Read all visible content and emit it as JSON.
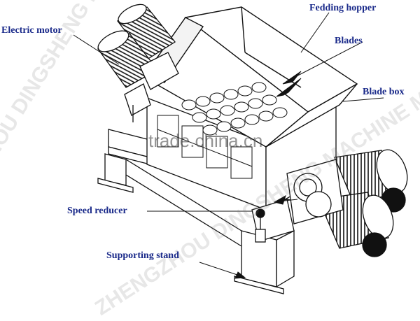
{
  "labels": {
    "hopper": "Fedding hopper",
    "motor": "Electric motor",
    "blades": "Blades",
    "blade_box": "Blade box",
    "reducer": "Speed reducer",
    "stand": "Supporting stand"
  },
  "watermarks": {
    "company_a": "ZHENGZHOU DINGSHENG MACHINE MANUFACTURING CO., LTD",
    "company_b": "ZHENGZHOU DINGSHENG MACHINE MANUFACTURING CO., LTD",
    "site": "trade.china.cn"
  },
  "colors": {
    "label_text": "#1a2a8a",
    "line": "#1a1a1a"
  }
}
